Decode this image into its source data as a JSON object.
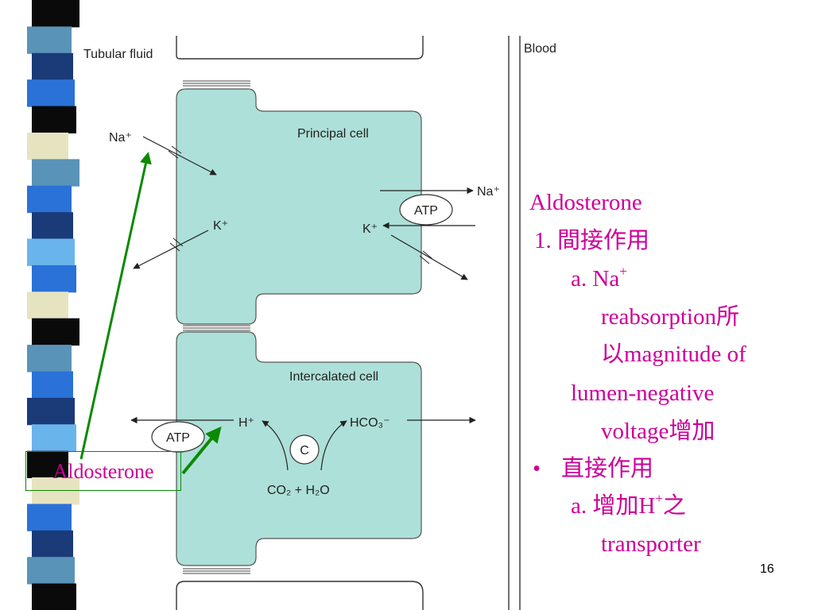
{
  "diagram": {
    "tubular_fluid": "Tubular fluid",
    "blood": "Blood",
    "principal_cell": "Principal cell",
    "intercalated_cell": "Intercalated cell",
    "atp": "ATP",
    "c": "C",
    "na_plus": "Na⁺",
    "k_plus": "K⁺",
    "h_plus": "H⁺",
    "hco3": "HCO₃⁻",
    "co2_h2o": "CO₂ + H₂O"
  },
  "annotation": {
    "title": "Aldosterone",
    "item1": "1. 間接作用",
    "item1a_prefix": "a. Na",
    "item1a_sup": "+",
    "item1a_line2": "reabsorption所",
    "item1a_line3": "以magnitude of",
    "item1a_line4": "lumen-negative",
    "item1a_line5": "voltage增加",
    "bullet_mark": "•",
    "item2": "直接作用",
    "item2a_prefix": "a. 增加H",
    "item2a_sup": "+",
    "item2a_suffix": "之",
    "item2a_line2": "transporter"
  },
  "aldosterone_box_label": "Aldosterone",
  "slide_number": "16",
  "colors": {
    "cell_fill": "#ade0d8",
    "annotation_text": "#cc0099",
    "highlight_arrow": "#0a8a00",
    "sidebar_dark": "#0a0a0a",
    "sidebar_navy": "#1a3a78",
    "sidebar_steel": "#5a93b8",
    "sidebar_cream": "#e6e4c0",
    "sidebar_blue": "#2a72d8",
    "sidebar_sky": "#6ab4ec"
  }
}
